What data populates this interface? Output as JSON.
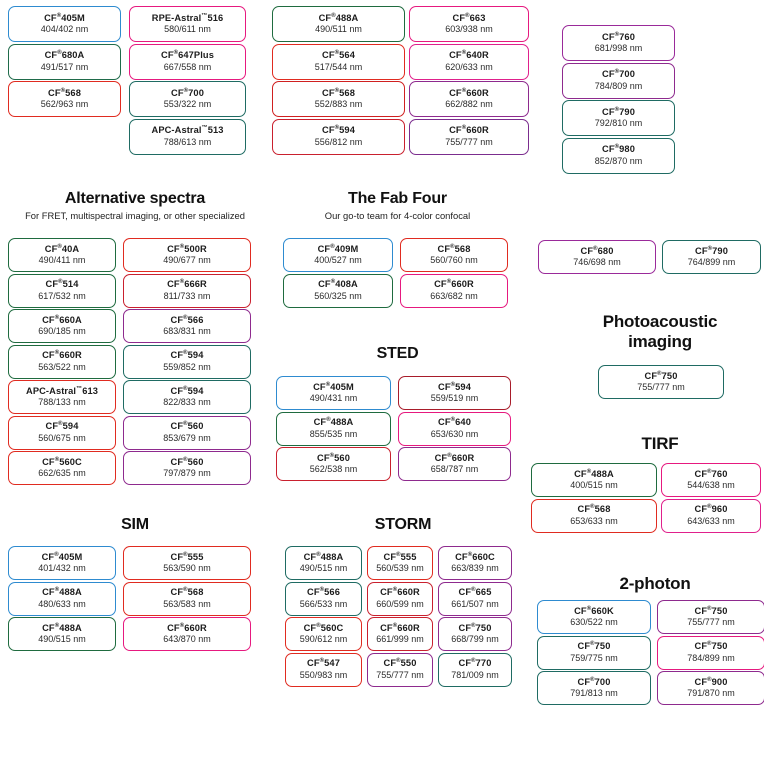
{
  "page": {
    "background": "#ffffff",
    "registered_mark": "®",
    "trademark_mark": "™"
  },
  "palette": {
    "blue": "#2e8bd0",
    "green": "#1f6b3f",
    "teal": "#1f6b63",
    "red": "#e02b20",
    "darkred": "#a81c2a",
    "magenta": "#e6197f",
    "pink": "#e6197f",
    "purple": "#8e2a8e",
    "violet": "#7b2d8e"
  },
  "sections": [
    {
      "id": "top-left",
      "title": "",
      "subtitle": "",
      "columns": [
        {
          "id": "top-left-col1",
          "items": [
            {
              "name": "CF",
              "mark": "®",
              "suffix": "405M",
              "spec": "404/402 nm",
              "color": "#2e8bd0"
            },
            {
              "name": "CF",
              "mark": "®",
              "suffix": "680A",
              "spec": "491/517 nm",
              "color": "#1f6b4a"
            },
            {
              "name": "CF",
              "mark": "®",
              "suffix": "568",
              "spec": "562/963 nm",
              "color": "#e02b20"
            }
          ]
        },
        {
          "id": "top-left-col2",
          "items": [
            {
              "name": "RPE-Astral",
              "mark": "™",
              "suffix": "516",
              "spec": "580/611 nm",
              "color": "#e6197f"
            },
            {
              "name": "CF",
              "mark": "®",
              "suffix": "647Plus",
              "spec": "667/558 nm",
              "color": "#e6197f"
            },
            {
              "name": "CF",
              "mark": "®",
              "suffix": "700",
              "spec": "553/322 nm",
              "color": "#1f6b63"
            },
            {
              "name": "APC-Astral",
              "mark": "™",
              "suffix": "513",
              "spec": "788/613 nm",
              "color": "#1f6b63"
            }
          ]
        }
      ]
    },
    {
      "id": "top-mid",
      "columns": [
        {
          "id": "top-mid-col1",
          "items": [
            {
              "name": "CF",
              "mark": "®",
              "suffix": "488A",
              "spec": "490/511 nm",
              "color": "#1f6b3f"
            },
            {
              "name": "CF",
              "mark": "®",
              "suffix": "564",
              "spec": "517/544 nm",
              "color": "#e02b20"
            },
            {
              "name": "CF",
              "mark": "®",
              "suffix": "568",
              "spec": "552/883 nm",
              "color": "#d02020"
            },
            {
              "name": "CF",
              "mark": "®",
              "suffix": "594",
              "spec": "556/812 nm",
              "color": "#c9202e"
            }
          ]
        },
        {
          "id": "top-mid-col2",
          "items": [
            {
              "name": "CF",
              "mark": "®",
              "suffix": "663",
              "spec": "603/938 nm",
              "color": "#e6197f"
            },
            {
              "name": "CF",
              "mark": "®",
              "suffix": "640R",
              "spec": "620/633 nm",
              "color": "#e0208c"
            },
            {
              "name": "CF",
              "mark": "®",
              "suffix": "660R",
              "spec": "662/882 nm",
              "color": "#8e2a8e"
            },
            {
              "name": "CF",
              "mark": "®",
              "suffix": "660R",
              "spec": "755/777 nm",
              "color": "#7b2d8e"
            }
          ]
        }
      ]
    },
    {
      "id": "top-right",
      "columns": [
        {
          "id": "top-right-col1",
          "items": [
            {
              "name": "CF",
              "mark": "®",
              "suffix": "760",
              "spec": "681/998 nm",
              "color": "#9a2a9a"
            },
            {
              "name": "CF",
              "mark": "®",
              "suffix": "700",
              "spec": "784/809 nm",
              "color": "#8e2a8e"
            },
            {
              "name": "CF",
              "mark": "®",
              "suffix": "790",
              "spec": "792/810 nm",
              "color": "#1f6b63"
            },
            {
              "name": "CF",
              "mark": "®",
              "suffix": "980",
              "spec": "852/870 nm",
              "color": "#1f6b63"
            }
          ]
        }
      ]
    },
    {
      "id": "alternative-spectra",
      "title": "Alternative spectra",
      "subtitle": "For FRET, multispectral imaging, or other specialized",
      "columns": [
        {
          "id": "alt-col1",
          "items": [
            {
              "name": "CF",
              "mark": "®",
              "suffix": "40A",
              "spec": "490/411 nm",
              "color": "#1f6b3f"
            },
            {
              "name": "CF",
              "mark": "®",
              "suffix": "514",
              "spec": "617/532 nm",
              "color": "#1f6b3f"
            },
            {
              "name": "CF",
              "mark": "®",
              "suffix": "660A",
              "spec": "690/185 nm",
              "color": "#1f6b3f"
            },
            {
              "name": "CF",
              "mark": "®",
              "suffix": "660R",
              "spec": "563/522 nm",
              "color": "#1f6b3f"
            },
            {
              "name": "APC-Astral",
              "mark": "™",
              "suffix": "613",
              "spec": "788/133 nm",
              "color": "#e02b20"
            },
            {
              "name": "CF",
              "mark": "®",
              "suffix": "594",
              "spec": "560/675 nm",
              "color": "#e02b20"
            },
            {
              "name": "CF",
              "mark": "®",
              "suffix": "560C",
              "spec": "662/635 nm",
              "color": "#e02b20"
            }
          ]
        },
        {
          "id": "alt-col2",
          "items": [
            {
              "name": "CF",
              "mark": "®",
              "suffix": "500R",
              "spec": "490/677 nm",
              "color": "#e02b20"
            },
            {
              "name": "CF",
              "mark": "®",
              "suffix": "666R",
              "spec": "811/733 nm",
              "color": "#c9202e"
            },
            {
              "name": "CF",
              "mark": "®",
              "suffix": "566",
              "spec": "683/831 nm",
              "color": "#8e2a8e"
            },
            {
              "name": "CF",
              "mark": "®",
              "suffix": "594",
              "spec": "559/852 nm",
              "color": "#1f6b63"
            },
            {
              "name": "CF",
              "mark": "®",
              "suffix": "594",
              "spec": "822/833 nm",
              "color": "#1f6b63"
            },
            {
              "name": "CF",
              "mark": "®",
              "suffix": "560",
              "spec": "853/679 nm",
              "color": "#8e2a8e"
            },
            {
              "name": "CF",
              "mark": "®",
              "suffix": "560",
              "spec": "797/879 nm",
              "color": "#8e2a8e"
            }
          ]
        }
      ]
    },
    {
      "id": "fab-four",
      "title": "The Fab Four",
      "subtitle": "Our go-to team for 4-color confocal",
      "columns": [
        {
          "id": "fab-col1",
          "items": [
            {
              "name": "CF",
              "mark": "®",
              "suffix": "409M",
              "spec": "400/527 nm",
              "color": "#2e8bd0"
            },
            {
              "name": "CF",
              "mark": "®",
              "suffix": "408A",
              "spec": "560/325 nm",
              "color": "#1f6b3f"
            }
          ]
        },
        {
          "id": "fab-col2",
          "items": [
            {
              "name": "CF",
              "mark": "®",
              "suffix": "568",
              "spec": "560/760 nm",
              "color": "#e02b20"
            },
            {
              "name": "CF",
              "mark": "®",
              "suffix": "660R",
              "spec": "663/682 nm",
              "color": "#e6197f"
            }
          ]
        }
      ]
    },
    {
      "id": "sted",
      "title": "STED",
      "subtitle": "",
      "columns": [
        {
          "id": "sted-col1",
          "items": [
            {
              "name": "CF",
              "mark": "®",
              "suffix": "405M",
              "spec": "490/431 nm",
              "color": "#2e8bd0"
            },
            {
              "name": "CF",
              "mark": "®",
              "suffix": "488A",
              "spec": "855/535 nm",
              "color": "#1f6b3f"
            },
            {
              "name": "CF",
              "mark": "®",
              "suffix": "560",
              "spec": "562/538 nm",
              "color": "#c9202e"
            }
          ]
        },
        {
          "id": "sted-col2",
          "items": [
            {
              "name": "CF",
              "mark": "®",
              "suffix": "594",
              "spec": "559/519 nm",
              "color": "#a81c2a"
            },
            {
              "name": "CF",
              "mark": "®",
              "suffix": "640",
              "spec": "653/630 nm",
              "color": "#e6197f"
            },
            {
              "name": "CF",
              "mark": "®",
              "suffix": "660R",
              "spec": "658/787 nm",
              "color": "#8e2a8e"
            }
          ]
        }
      ]
    },
    {
      "id": "sim",
      "title": "SIM",
      "subtitle": "",
      "columns": [
        {
          "id": "sim-col1",
          "items": [
            {
              "name": "CF",
              "mark": "®",
              "suffix": "405M",
              "spec": "401/432 nm",
              "color": "#2e8bd0"
            },
            {
              "name": "CF",
              "mark": "®",
              "suffix": "488A",
              "spec": "480/633 nm",
              "color": "#2e8bd0"
            },
            {
              "name": "CF",
              "mark": "®",
              "suffix": "488A",
              "spec": "490/515 nm",
              "color": "#1f6b3f"
            }
          ]
        },
        {
          "id": "sim-col2",
          "items": [
            {
              "name": "CF",
              "mark": "®",
              "suffix": "555",
              "spec": "563/590 nm",
              "color": "#e02b20"
            },
            {
              "name": "CF",
              "mark": "®",
              "suffix": "568",
              "spec": "563/583 nm",
              "color": "#e02b20"
            },
            {
              "name": "CF",
              "mark": "®",
              "suffix": "660R",
              "spec": "643/870 nm",
              "color": "#e6197f"
            }
          ]
        }
      ]
    },
    {
      "id": "storm",
      "title": "STORM",
      "subtitle": "",
      "columns": [
        {
          "id": "storm-col1",
          "items": [
            {
              "name": "CF",
              "mark": "®",
              "suffix": "488A",
              "spec": "490/515 nm",
              "color": "#1f6b63"
            },
            {
              "name": "CF",
              "mark": "®",
              "suffix": "566",
              "spec": "566/533 nm",
              "color": "#1f6b63"
            },
            {
              "name": "CF",
              "mark": "®",
              "suffix": "560C",
              "spec": "590/612 nm",
              "color": "#e02b20"
            },
            {
              "name": "CF",
              "mark": "®",
              "suffix": "547",
              "spec": "550/983 nm",
              "color": "#e02b20"
            }
          ]
        },
        {
          "id": "storm-col2",
          "items": [
            {
              "name": "CF",
              "mark": "®",
              "suffix": "555",
              "spec": "560/539 nm",
              "color": "#e02b20"
            },
            {
              "name": "CF",
              "mark": "®",
              "suffix": "660R",
              "spec": "660/599 nm",
              "color": "#c9202e"
            },
            {
              "name": "CF",
              "mark": "®",
              "suffix": "660R",
              "spec": "661/999 nm",
              "color": "#c9202e"
            },
            {
              "name": "CF",
              "mark": "®",
              "suffix": "550",
              "spec": "755/777 nm",
              "color": "#8e2a8e"
            }
          ]
        },
        {
          "id": "storm-col3",
          "items": [
            {
              "name": "CF",
              "mark": "®",
              "suffix": "660C",
              "spec": "663/839 nm",
              "color": "#8e2a8e"
            },
            {
              "name": "CF",
              "mark": "®",
              "suffix": "665",
              "spec": "661/507 nm",
              "color": "#8e2a8e"
            },
            {
              "name": "CF",
              "mark": "®",
              "suffix": "750",
              "spec": "668/799 nm",
              "color": "#8e2a8e"
            },
            {
              "name": "CF",
              "mark": "®",
              "suffix": "770",
              "spec": "781/009 nm",
              "color": "#1f6b63"
            }
          ]
        }
      ]
    },
    {
      "id": "right-pair",
      "columns": [
        {
          "id": "right-pair-col1",
          "items": [
            {
              "name": "CF",
              "mark": "®",
              "suffix": "680",
              "spec": "746/698 nm",
              "color": "#9a2a9a"
            }
          ]
        },
        {
          "id": "right-pair-col2",
          "items": [
            {
              "name": "CF",
              "mark": "®",
              "suffix": "790",
              "spec": "764/899 nm",
              "color": "#1f6b63"
            }
          ]
        }
      ]
    },
    {
      "id": "photoacoustic",
      "title": "Photoacoustic imaging",
      "title_line1": "Photoacoustic",
      "title_line2": "imaging",
      "subtitle": "",
      "columns": [
        {
          "id": "pa-col1",
          "items": [
            {
              "name": "CF",
              "mark": "®",
              "suffix": "750",
              "spec": "755/777 nm",
              "color": "#1f6b63"
            }
          ]
        }
      ]
    },
    {
      "id": "tirf",
      "title": "TIRF",
      "subtitle": "",
      "columns": [
        {
          "id": "tirf-col1",
          "items": [
            {
              "name": "CF",
              "mark": "®",
              "suffix": "488A",
              "spec": "400/515 nm",
              "color": "#1f6b3f"
            },
            {
              "name": "CF",
              "mark": "®",
              "suffix": "568",
              "spec": "653/633 nm",
              "color": "#e02b20"
            }
          ]
        },
        {
          "id": "tirf-col2",
          "items": [
            {
              "name": "CF",
              "mark": "®",
              "suffix": "760",
              "spec": "544/638 nm",
              "color": "#e6197f"
            },
            {
              "name": "CF",
              "mark": "®",
              "suffix": "960",
              "spec": "643/633 nm",
              "color": "#e0208c"
            }
          ]
        }
      ]
    },
    {
      "id": "two-photon",
      "title": "2-photon",
      "subtitle": "",
      "columns": [
        {
          "id": "tp-col1",
          "items": [
            {
              "name": "CF",
              "mark": "®",
              "suffix": "660K",
              "spec": "630/522 nm",
              "color": "#2e8bd0"
            },
            {
              "name": "CF",
              "mark": "®",
              "suffix": "750",
              "spec": "759/775 nm",
              "color": "#1f6b63"
            },
            {
              "name": "CF",
              "mark": "®",
              "suffix": "700",
              "spec": "791/813 nm",
              "color": "#1f6b63"
            }
          ]
        },
        {
          "id": "tp-col2",
          "items": [
            {
              "name": "CF",
              "mark": "®",
              "suffix": "750",
              "spec": "755/777 nm",
              "color": "#8e2a8e"
            },
            {
              "name": "CF",
              "mark": "®",
              "suffix": "750",
              "spec": "784/899 nm",
              "color": "#e6197f"
            },
            {
              "name": "CF",
              "mark": "®",
              "suffix": "900",
              "spec": "791/870 nm",
              "color": "#8e2a8e"
            }
          ]
        }
      ]
    }
  ],
  "headings": {
    "alternative_spectra": "Alternative spectra",
    "alternative_spectra_sub": "For FRET, multispectral imaging, or other specialized",
    "fab_four": "The Fab Four",
    "fab_four_sub": "Our go-to team for 4-color confocal",
    "sted": "STED",
    "sim": "SIM",
    "storm": "STORM",
    "photoacoustic_l1": "Photoacoustic",
    "photoacoustic_l2": "imaging",
    "tirf": "TIRF",
    "two_photon": "2-photon"
  }
}
